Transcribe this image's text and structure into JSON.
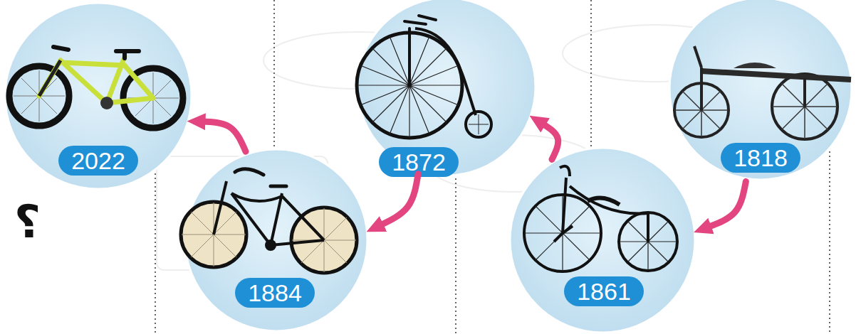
{
  "diagram": {
    "nodes": [
      {
        "text": [
          "1818"
        ]
      },
      {
        "text": [
          "1861"
        ]
      },
      {
        "text": [
          "1872"
        ]
      },
      {
        "text": [
          "1884"
        ]
      },
      {
        "text": [
          "2022"
        ]
      }
    ],
    "edges": [
      {
        "from": 0,
        "to": 1,
        "arrow": "to"
      },
      {
        "from": 1,
        "to": 2,
        "arrow": "to"
      },
      {
        "from": 2,
        "to": 3,
        "arrow": "to"
      },
      {
        "from": 3,
        "to": 4,
        "arrow": "to"
      }
    ],
    "labels": [
      "؟"
    ]
  }
}
